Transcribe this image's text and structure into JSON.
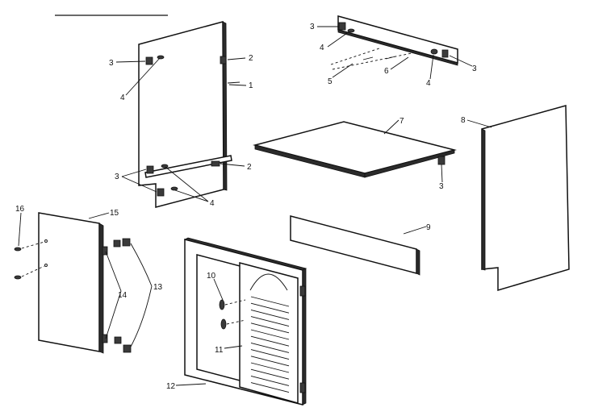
{
  "labels": {
    "l1": "1",
    "l2a": "2",
    "l2b": "2",
    "l3a": "3",
    "l3b": "3",
    "l3c": "3",
    "l3d": "3",
    "l3e": "3",
    "l4a": "4",
    "l4b": "4",
    "l4c": "4",
    "l4d": "4",
    "l5": "5",
    "l6": "6",
    "l7": "7",
    "l8": "8",
    "l9": "9",
    "l10": "10",
    "l11": "11",
    "l12": "12",
    "l13": "13",
    "l14": "14",
    "l15": "15",
    "l16": "16"
  }
}
